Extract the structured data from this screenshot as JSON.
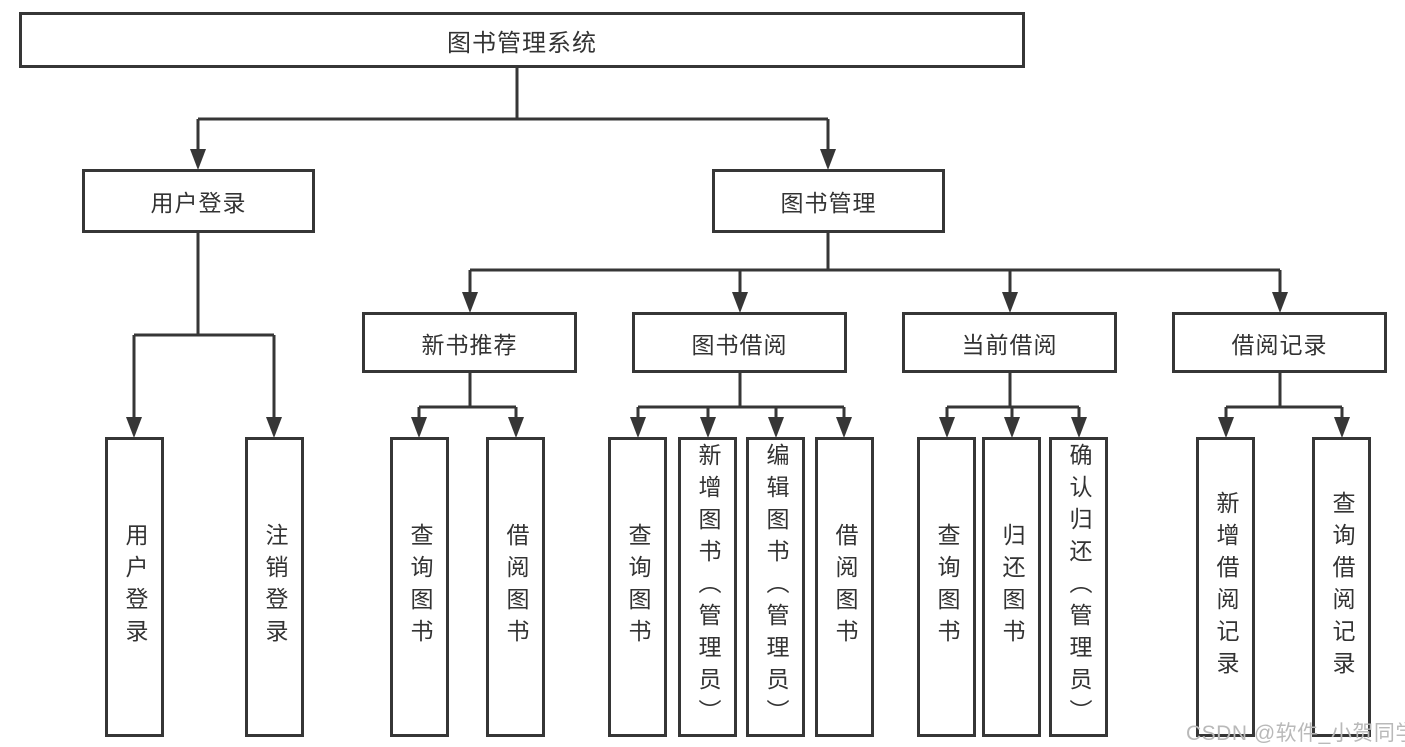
{
  "title": "图书管理系统",
  "colors": {
    "line": "#363636",
    "border": "#363636",
    "text": "#333333",
    "background": "#ffffff",
    "watermark": "#b9b9b9"
  },
  "nodes": {
    "root": "图书管理系统",
    "level2": [
      "用户登录",
      "图书管理"
    ],
    "level3": [
      "新书推荐",
      "图书借阅",
      "当前借阅",
      "借阅记录"
    ],
    "leaves": [
      "用户登录",
      "注销登录",
      "查询图书",
      "借阅图书",
      "查询图书",
      "新增图书（管理员）",
      "编辑图书（管理员）",
      "借阅图书",
      "查询图书",
      "归还图书",
      "确认归还（管理员）",
      "新增借阅记录",
      "查询借阅记录"
    ]
  },
  "watermark": "CSDN @软件_小贺同学"
}
